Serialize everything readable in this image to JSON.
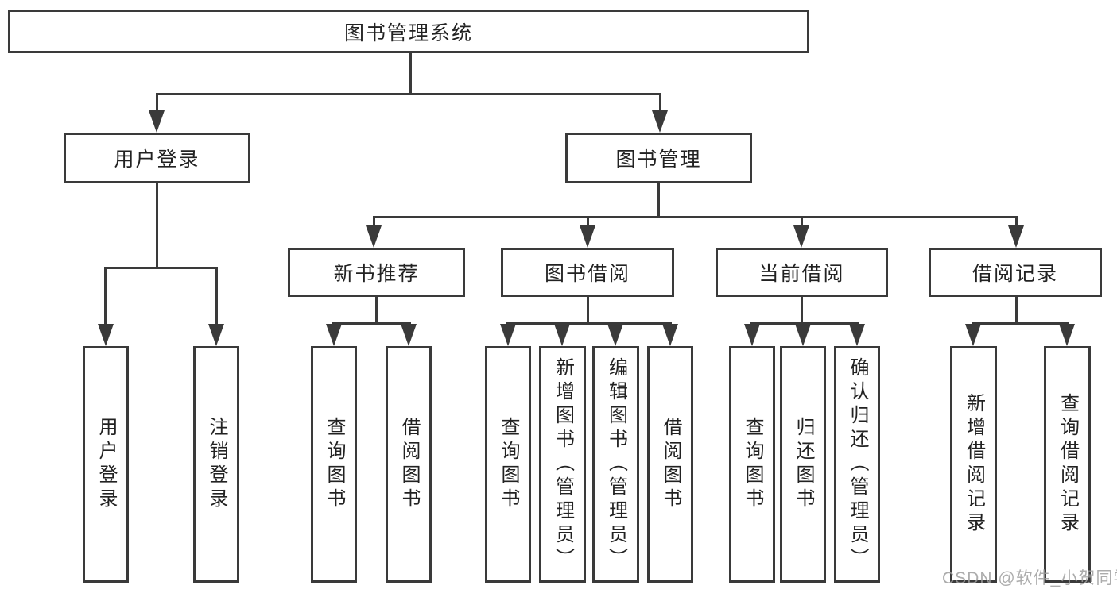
{
  "diagram": {
    "title": "图书管理系统",
    "user_login": {
      "label": "用户登录",
      "children": [
        "用户登录",
        "注销登录"
      ]
    },
    "book_mgmt": {
      "label": "图书管理",
      "sections": [
        {
          "label": "新书推荐",
          "children": [
            "查询图书",
            "借阅图书"
          ]
        },
        {
          "label": "图书借阅",
          "children": [
            "查询图书",
            "新增图书（管理员）",
            "编辑图书（管理员）",
            "借阅图书"
          ]
        },
        {
          "label": "当前借阅",
          "children": [
            "查询图书",
            "归还图书",
            "确认归还（管理员）"
          ]
        },
        {
          "label": "借阅记录",
          "children": [
            "新增借阅记录",
            "查询借阅记录"
          ]
        }
      ]
    }
  },
  "colors": {
    "line": "#3a3a3a",
    "text": "#222222",
    "watermark": "#9e9e9e"
  },
  "watermark": "CSDN @软件_小贺同学"
}
